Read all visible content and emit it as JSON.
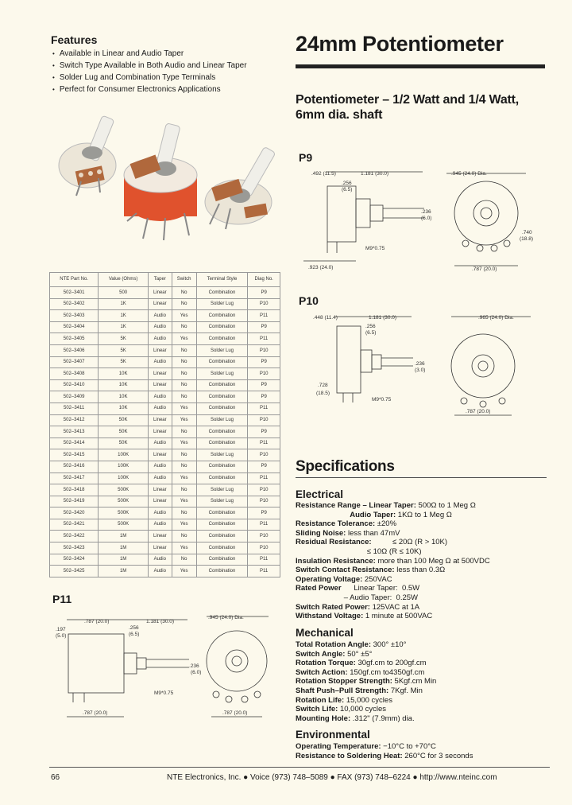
{
  "features": {
    "title": "Features",
    "items": [
      "Available in Linear and Audio Taper",
      "Switch Type Available in Both Audio and Linear Taper",
      "Solder Lug and Combination Type Terminals",
      "Perfect for Consumer Electronics Applications"
    ]
  },
  "title": "24mm Potentiometer",
  "subtitle": [
    "Potentiometer – 1/2 Watt and 1/4 Watt,",
    "6mm dia. shaft"
  ],
  "figures": {
    "p9": {
      "label": "P9",
      "dims": [
        ".492 (11.5)",
        "1.181 (30.0)",
        ".945 (24.0) Dia.",
        ".256",
        "(6.5)",
        ".236",
        "(6.0)",
        ".740",
        "(18.8)",
        "M9*0.75",
        ".923 (24.0)",
        ".787 (20.0)"
      ]
    },
    "p10": {
      "label": "P10",
      "dims": [
        ".448 (11.4)",
        "1.181 (30.0)",
        ".965 (24.0) Dia.",
        ".256",
        "(6.5)",
        ".236",
        "(3.0)",
        ".728",
        "(18.5)",
        "M9*0.75",
        ".787 (20.0)"
      ]
    },
    "p11": {
      "label": "P11",
      "dims": [
        ".787 (20.0)",
        "1.181 (30.0)",
        ".945 (24.0) Dia.",
        ".197",
        "(5.0)",
        ".256",
        "(6.5)",
        ".236",
        "(6.0)",
        "M9*0.75",
        ".787 (20.0)",
        ".787 (20.0)"
      ]
    }
  },
  "parts_table": {
    "headers": [
      "NTE Part No.",
      "Value (Ohms)",
      "Taper",
      "Switch",
      "Terminal Style",
      "Diag No."
    ],
    "rows": [
      [
        "502–3401",
        "500",
        "Linear",
        "No",
        "Combination",
        "P9"
      ],
      [
        "502–3402",
        "1K",
        "Linear",
        "No",
        "Solder Lug",
        "P10"
      ],
      [
        "502–3403",
        "1K",
        "Audio",
        "Yes",
        "Combination",
        "P11"
      ],
      [
        "502–3404",
        "1K",
        "Audio",
        "No",
        "Combination",
        "P9"
      ],
      [
        "502–3405",
        "5K",
        "Audio",
        "Yes",
        "Combination",
        "P11"
      ],
      [
        "502–3406",
        "5K",
        "Linear",
        "No",
        "Solder Lug",
        "P10"
      ],
      [
        "502–3407",
        "5K",
        "Audio",
        "No",
        "Combination",
        "P9"
      ],
      [
        "502–3408",
        "10K",
        "Linear",
        "No",
        "Solder Lug",
        "P10"
      ],
      [
        "502–3410",
        "10K",
        "Linear",
        "No",
        "Combination",
        "P9"
      ],
      [
        "502–3409",
        "10K",
        "Audio",
        "No",
        "Combination",
        "P9"
      ],
      [
        "502–3411",
        "10K",
        "Audio",
        "Yes",
        "Combination",
        "P11"
      ],
      [
        "502–3412",
        "50K",
        "Linear",
        "Yes",
        "Solder Lug",
        "P10"
      ],
      [
        "502–3413",
        "50K",
        "Linear",
        "No",
        "Combination",
        "P9"
      ],
      [
        "502–3414",
        "50K",
        "Audio",
        "Yes",
        "Combination",
        "P11"
      ],
      [
        "502–3415",
        "100K",
        "Linear",
        "No",
        "Solder Lug",
        "P10"
      ],
      [
        "502–3416",
        "100K",
        "Audio",
        "No",
        "Combination",
        "P9"
      ],
      [
        "502–3417",
        "100K",
        "Audio",
        "Yes",
        "Combination",
        "P11"
      ],
      [
        "502–3418",
        "500K",
        "Linear",
        "No",
        "Solder Lug",
        "P10"
      ],
      [
        "502–3419",
        "500K",
        "Linear",
        "Yes",
        "Solder Lug",
        "P10"
      ],
      [
        "502–3420",
        "500K",
        "Audio",
        "No",
        "Combination",
        "P9"
      ],
      [
        "502–3421",
        "500K",
        "Audio",
        "Yes",
        "Combination",
        "P11"
      ],
      [
        "502–3422",
        "1M",
        "Linear",
        "No",
        "Combination",
        "P10"
      ],
      [
        "502–3423",
        "1M",
        "Linear",
        "Yes",
        "Combination",
        "P10"
      ],
      [
        "502–3424",
        "1M",
        "Audio",
        "No",
        "Combination",
        "P11"
      ],
      [
        "502–3425",
        "1M",
        "Audio",
        "Yes",
        "Combination",
        "P11"
      ]
    ]
  },
  "specifications": {
    "title": "Specifications",
    "electrical": {
      "title": "Electrical",
      "lines": [
        [
          "Resistance Range – Linear Taper:",
          " 500Ω to 1 Meg Ω"
        ],
        [
          "                          Audio Taper:",
          " 1KΩ to 1 Meg Ω"
        ],
        [
          "Resistance Tolerance:",
          " ±20%"
        ],
        [
          "Sliding Noise:",
          " less than 47mV"
        ],
        [
          "Residual Resistance:",
          "          ≤ 20Ω (R > 10K)"
        ],
        [
          "",
          "                                  ≤ 10Ω (R ≤ 10K)"
        ],
        [
          "Insulation Resistance:",
          " more than 100 Meg Ω at 500VDC"
        ],
        [
          "Switch Contact Resistance:",
          " less than 0.3Ω"
        ],
        [
          "Operating Voltage:",
          " 250VAC"
        ],
        [
          "Rated Power",
          "      Linear Taper:  0.5W"
        ],
        [
          "",
          "                       – Audio Taper:  0.25W"
        ],
        [
          "Switch Rated Power:",
          " 125VAC at 1A"
        ],
        [
          "Withstand Voltage:",
          " 1 minute at 500VAC"
        ]
      ]
    },
    "mechanical": {
      "title": "Mechanical",
      "lines": [
        [
          "Total Rotation Angle:",
          " 300° ±10°"
        ],
        [
          "Switch Angle:",
          " 50° ±5°"
        ],
        [
          "Rotation Torque:",
          " 30gf.cm to 200gf.cm"
        ],
        [
          "Switch Action:",
          " 150gf.cm to4350gf.cm"
        ],
        [
          "Rotation Stopper Strength:",
          " 5Kgf.cm Min"
        ],
        [
          "Shaft Push–Pull Strength:",
          " 7Kgf. Min"
        ],
        [
          "Rotation Life:",
          " 15,000 cycles"
        ],
        [
          "Switch Life:",
          " 10,000 cycles"
        ],
        [
          "Mounting Hole:",
          " .312\" (7.9mm) dia."
        ]
      ]
    },
    "environmental": {
      "title": "Environmental",
      "lines": [
        [
          "Operating Temperature:",
          " −10°C to +70°C"
        ],
        [
          "Resistance to Soldering Heat:",
          " 260°C for 3 seconds"
        ]
      ]
    }
  },
  "footer": {
    "page_number": "66",
    "text": "NTE Electronics, Inc. ● Voice (973) 748–5089 ● FAX (973) 748–6224 ● http://www.nteinc.com"
  }
}
